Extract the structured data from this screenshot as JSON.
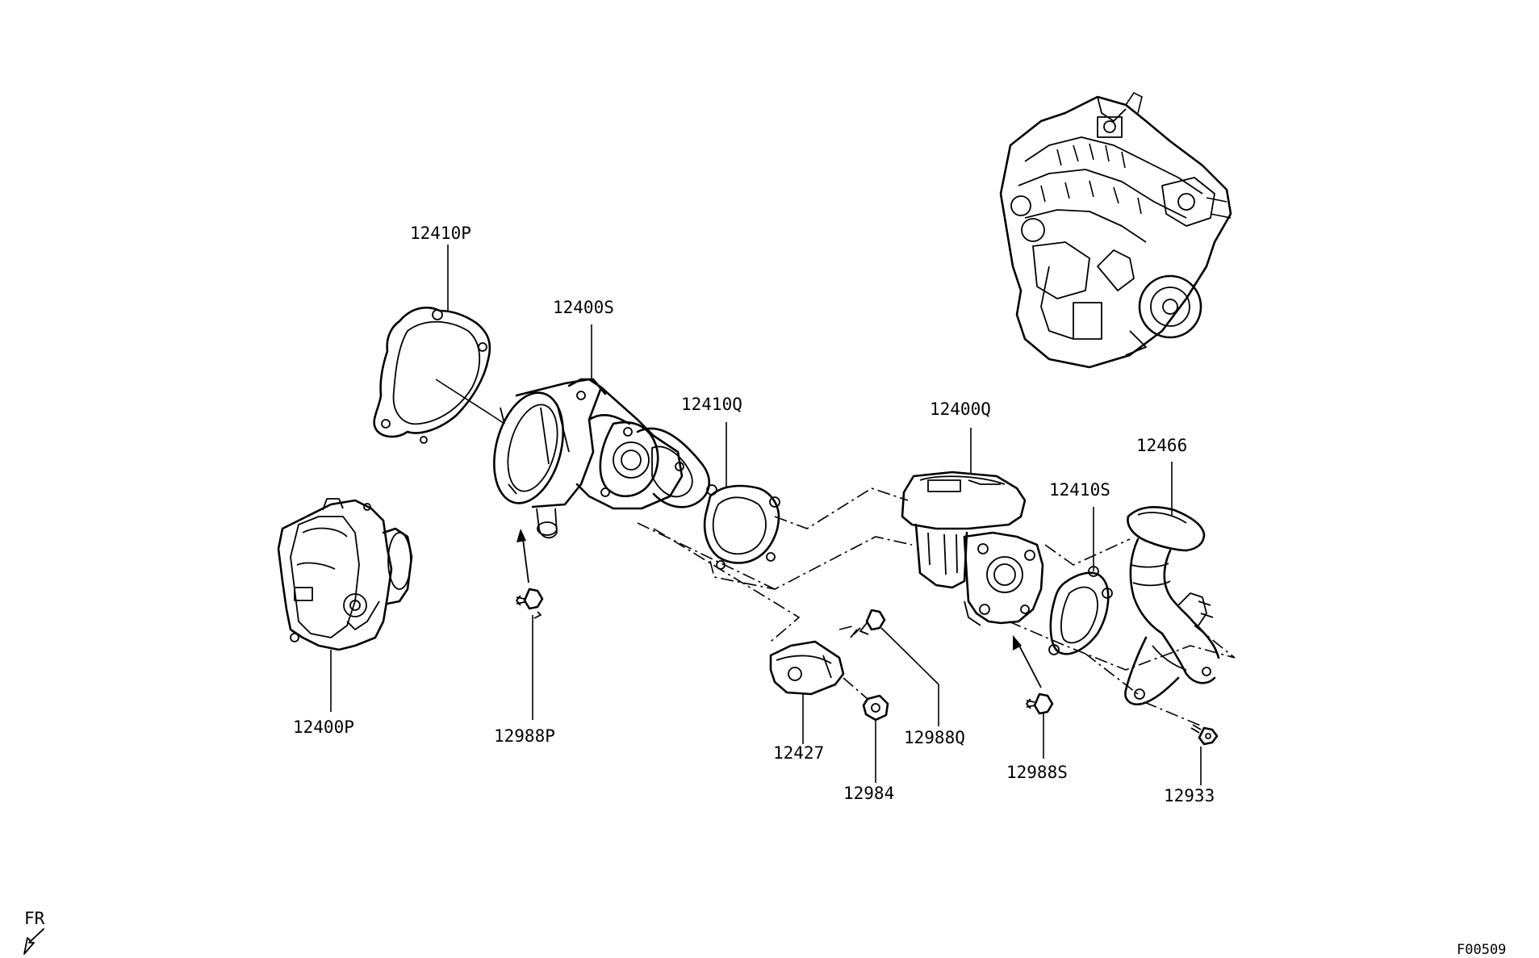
{
  "labels": {
    "p12410P": "12410P",
    "p12400S": "12400S",
    "p12410Q": "12410Q",
    "p12400Q": "12400Q",
    "p12466": "12466",
    "p12410S": "12410S",
    "p12400P": "12400P",
    "p12988P": "12988P",
    "p12427": "12427",
    "p12984": "12984",
    "p12988Q": "12988Q",
    "p12988S": "12988S",
    "p12933": "12933"
  },
  "front_marker": "FR",
  "figure_code": "F00509"
}
